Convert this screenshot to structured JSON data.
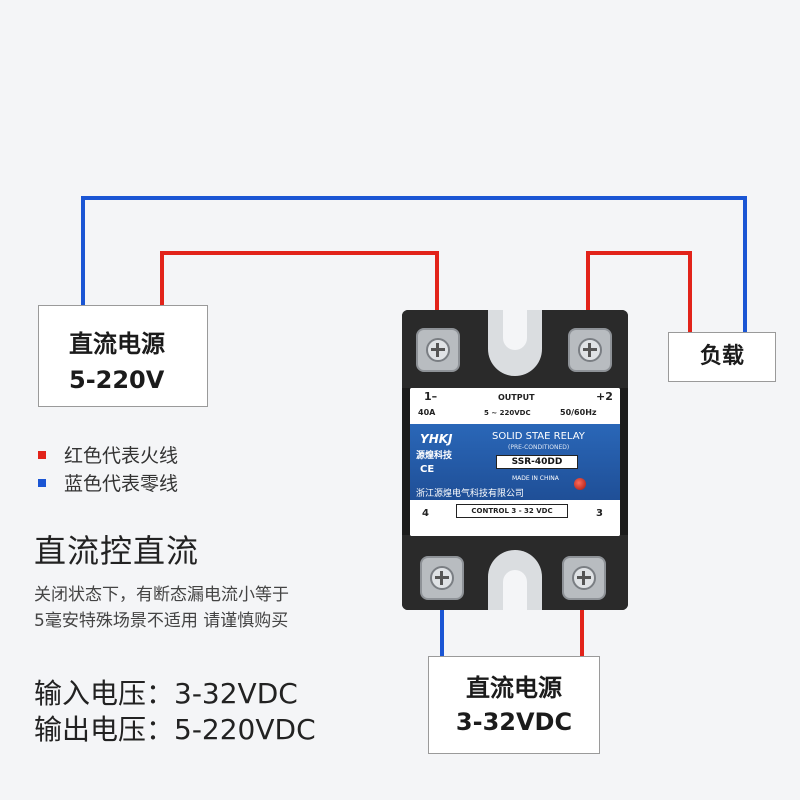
{
  "colors": {
    "red_wire": "#e2231a",
    "blue_wire": "#1a55d4",
    "relay_label": "#2461ad"
  },
  "power_out_box": {
    "line1": "直流电源",
    "line2": "5-220V"
  },
  "load_box": {
    "label": "负载"
  },
  "power_ctrl_box": {
    "line1": "直流电源",
    "line2": "3-32VDC"
  },
  "legend": {
    "red": "红色代表火线",
    "blue": "蓝色代表零线"
  },
  "heading": "直流控直流",
  "note": {
    "line1": "关闭状态下，有断态漏电流小等于",
    "line2": "5毫安特殊场景不适用 请谨慎购买"
  },
  "specs": {
    "input": "输入电压：3-32VDC",
    "output": "输出电压：5-220VDC"
  },
  "relay": {
    "output_label": "OUTPUT",
    "terminal_1": "1–",
    "terminal_2": "+2",
    "current": "40A",
    "voltage_range": "5 ~ 220VDC",
    "frequency": "50/60Hz",
    "logo": "YHKJ",
    "brand": "源煌科技",
    "ce_mark": "CE",
    "title": "SOLID STAE RELAY",
    "subtitle": "(PRE-CONDITIONED)",
    "model": "SSR-40DD",
    "made_in": "MADE IN CHINA",
    "company": "浙江源煌电气科技有限公司",
    "terminal_4": "4",
    "terminal_3": "3",
    "control_label": "CONTROL 3 - 32 VDC"
  }
}
